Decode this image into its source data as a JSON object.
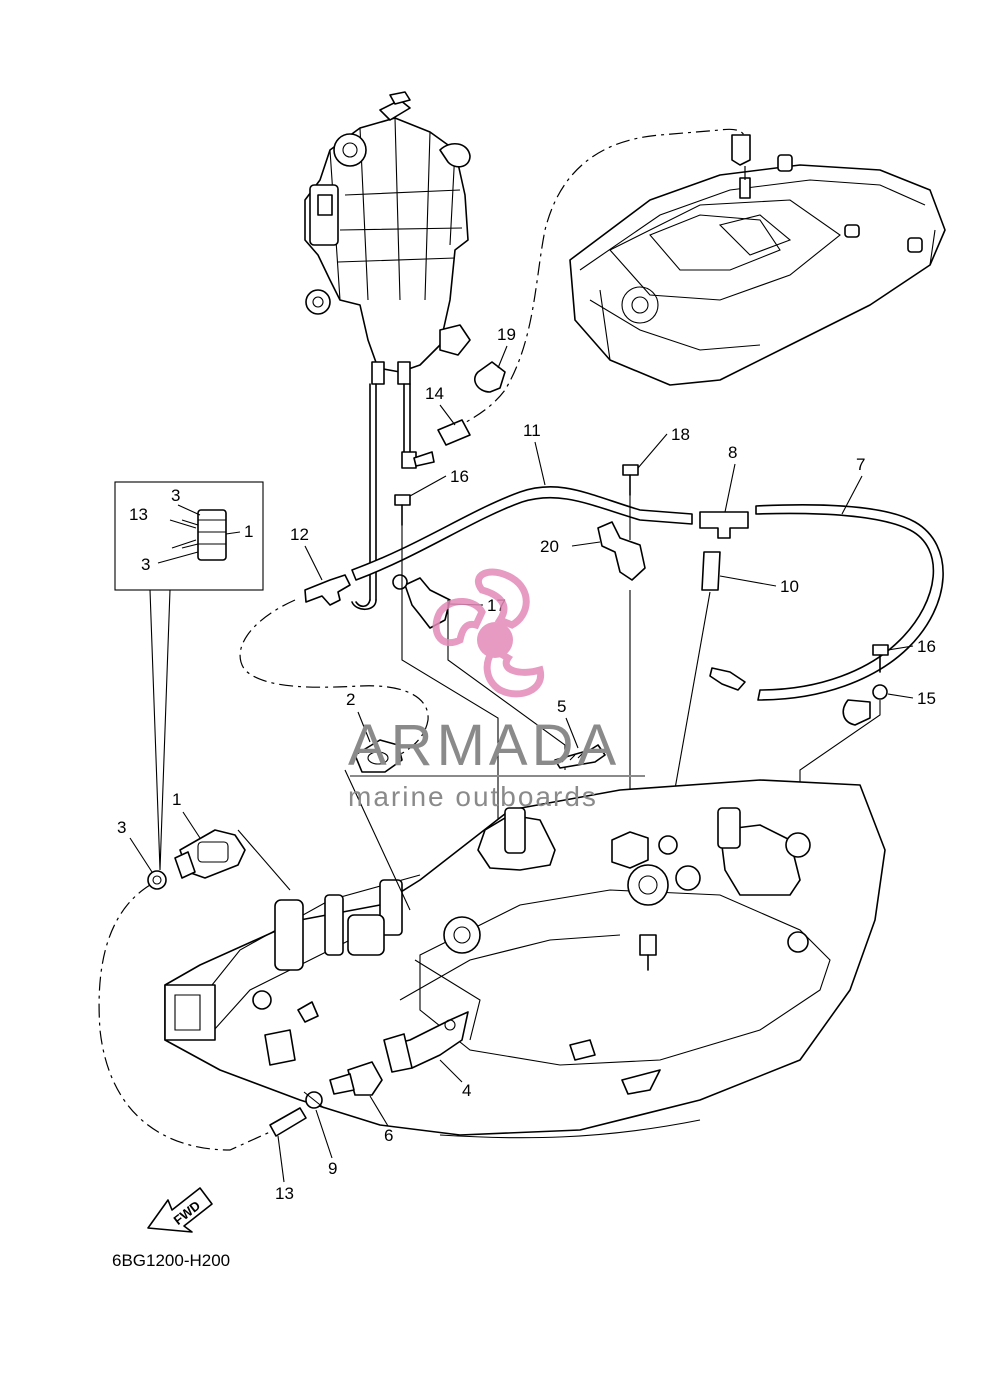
{
  "diagram_code": "6BG1200-H200",
  "callouts": {
    "c1": "1",
    "c2": "2",
    "c3": "3",
    "c4": "4",
    "c5": "5",
    "c6": "6",
    "c7": "7",
    "c8": "8",
    "c9": "9",
    "c10": "10",
    "c11": "11",
    "c12": "12",
    "c13": "13",
    "c14": "14",
    "c15": "15",
    "c16": "16",
    "c17": "17",
    "c18": "18",
    "c19": "19",
    "c20": "20"
  },
  "inset": {
    "n13": "13",
    "n3a": "3",
    "n3b": "3",
    "n1": "1"
  },
  "extra": {
    "n16b": "16"
  },
  "watermark": {
    "title": "ARMADA",
    "subtitle": "marine outboards"
  },
  "fwd_label": "FWD",
  "colors": {
    "logo_pink": "#e48ab8",
    "watermark_gray": "#8a8a8a",
    "line": "#000000"
  }
}
